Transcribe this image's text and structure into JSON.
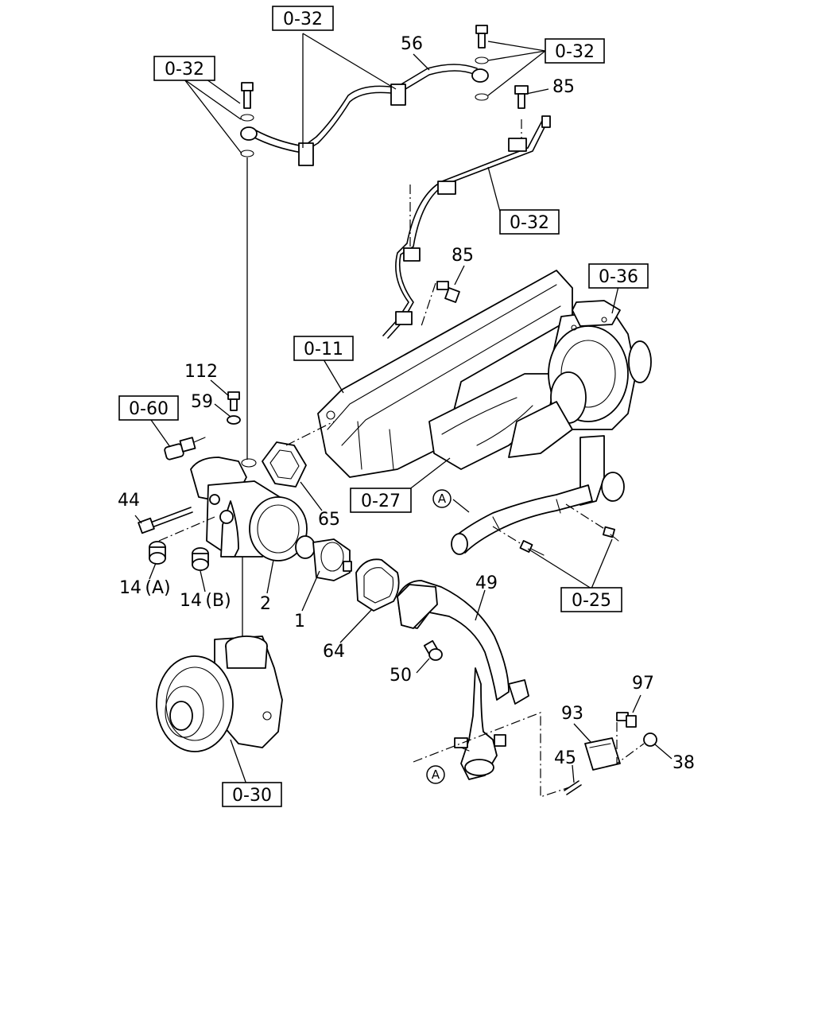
{
  "references": {
    "r032a": "0-32",
    "r032b": "0-32",
    "r032c": "0-32",
    "r032d": "0-32",
    "r036": "0-36",
    "r011": "0-11",
    "r060": "0-60",
    "r027": "0-27",
    "r025": "0-25",
    "r030": "0-30"
  },
  "callouts": {
    "c56": "56",
    "c85a": "85",
    "c85b": "85",
    "c112": "112",
    "c59": "59",
    "c44": "44",
    "c65": "65",
    "c14a": "14 (A)",
    "c14b": "14 (B)",
    "c2": "2",
    "c1": "1",
    "c64": "64",
    "c49": "49",
    "c50": "50",
    "c97": "97",
    "c93": "93",
    "c45": "45",
    "c38": "38"
  },
  "markers": {
    "a1": "A",
    "a2": "A"
  }
}
